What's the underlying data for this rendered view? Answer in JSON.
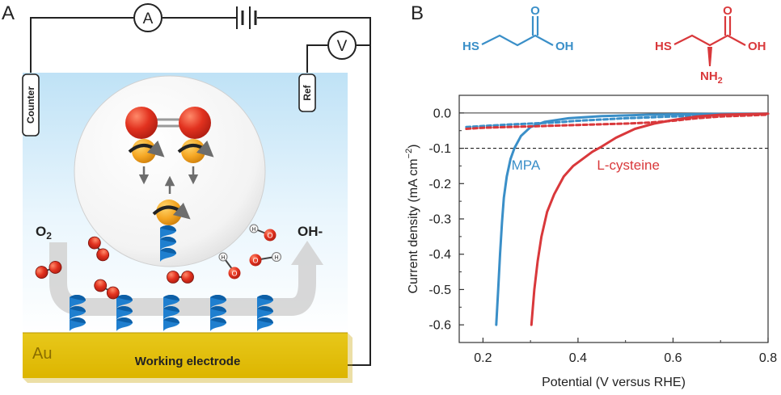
{
  "colors": {
    "mpa": "#3a8fc8",
    "cysteine": "#d9383b",
    "gold": "#f3cf14",
    "helix": "#1f7fcf",
    "oxygen": "#d0291d",
    "spin": "#f5a623"
  },
  "panel_a": {
    "label": "A",
    "ammeter": "A",
    "voltmeter": "V",
    "counter_label": "Counter",
    "ref_label": "Ref",
    "o2_label": "O",
    "o2_sub": "2",
    "oh_label": "OH-",
    "au_label": "Au",
    "electrode_label": "Working electrode",
    "o_atom": "O",
    "h_atom": "H"
  },
  "panel_b": {
    "label": "B",
    "mpa_formula": {
      "sh": "HS",
      "o": "O",
      "oh": "OH"
    },
    "cys_formula": {
      "sh": "HS",
      "o": "O",
      "oh": "OH",
      "nh2": "NH",
      "nh2_sub": "2"
    }
  },
  "chart_data": {
    "type": "line",
    "xlabel": "Potential (V versus RHE)",
    "ylabel_main": "Current density (mA cm",
    "ylabel_sup": "−2",
    "ylabel_end": ")",
    "xlim": [
      0.15,
      0.8
    ],
    "ylim": [
      -0.65,
      0.05
    ],
    "xticks": [
      0.2,
      0.4,
      0.6,
      0.8
    ],
    "yticks": [
      0.0,
      -0.1,
      -0.2,
      -0.3,
      -0.4,
      -0.5,
      -0.6
    ],
    "xtick_labels": [
      "0.2",
      "0.4",
      "0.6",
      "0.8"
    ],
    "ytick_labels": [
      "0.0",
      "-0.1",
      "-0.2",
      "-0.3",
      "-0.4",
      "-0.5",
      "-0.6"
    ],
    "reference_line": {
      "y": -0.1,
      "style": "dashed"
    },
    "annotations": {
      "mpa": "MPA",
      "cysteine": "L-cysteine"
    },
    "series": [
      {
        "key": "mpa",
        "style": "solid",
        "points": [
          [
            0.228,
            -0.6
          ],
          [
            0.232,
            -0.5
          ],
          [
            0.236,
            -0.4
          ],
          [
            0.24,
            -0.31
          ],
          [
            0.244,
            -0.24
          ],
          [
            0.25,
            -0.18
          ],
          [
            0.258,
            -0.13
          ],
          [
            0.266,
            -0.1
          ],
          [
            0.28,
            -0.065
          ],
          [
            0.3,
            -0.04
          ],
          [
            0.33,
            -0.025
          ],
          [
            0.38,
            -0.015
          ],
          [
            0.45,
            -0.009
          ],
          [
            0.55,
            -0.005
          ],
          [
            0.65,
            -0.003
          ],
          [
            0.8,
            -0.002
          ]
        ]
      },
      {
        "key": "mpa",
        "style": "dashed",
        "points": [
          [
            0.165,
            -0.04
          ],
          [
            0.2,
            -0.037
          ],
          [
            0.25,
            -0.033
          ],
          [
            0.3,
            -0.03
          ],
          [
            0.35,
            -0.027
          ],
          [
            0.4,
            -0.022
          ],
          [
            0.5,
            -0.015
          ],
          [
            0.6,
            -0.01
          ],
          [
            0.7,
            -0.006
          ],
          [
            0.8,
            -0.004
          ]
        ]
      },
      {
        "key": "cysteine",
        "style": "solid",
        "points": [
          [
            0.302,
            -0.6
          ],
          [
            0.308,
            -0.5
          ],
          [
            0.315,
            -0.42
          ],
          [
            0.323,
            -0.35
          ],
          [
            0.335,
            -0.28
          ],
          [
            0.35,
            -0.23
          ],
          [
            0.37,
            -0.18
          ],
          [
            0.39,
            -0.15
          ],
          [
            0.41,
            -0.13
          ],
          [
            0.43,
            -0.11
          ],
          [
            0.45,
            -0.095
          ],
          [
            0.48,
            -0.07
          ],
          [
            0.52,
            -0.045
          ],
          [
            0.56,
            -0.03
          ],
          [
            0.6,
            -0.02
          ],
          [
            0.65,
            -0.01
          ],
          [
            0.7,
            -0.005
          ],
          [
            0.8,
            -0.002
          ]
        ]
      },
      {
        "key": "cysteine",
        "style": "dashed",
        "points": [
          [
            0.165,
            -0.045
          ],
          [
            0.2,
            -0.042
          ],
          [
            0.25,
            -0.04
          ],
          [
            0.3,
            -0.038
          ],
          [
            0.35,
            -0.036
          ],
          [
            0.4,
            -0.034
          ],
          [
            0.45,
            -0.032
          ],
          [
            0.5,
            -0.03
          ],
          [
            0.55,
            -0.027
          ],
          [
            0.6,
            -0.022
          ],
          [
            0.65,
            -0.015
          ],
          [
            0.7,
            -0.01
          ],
          [
            0.8,
            -0.005
          ]
        ]
      }
    ]
  }
}
